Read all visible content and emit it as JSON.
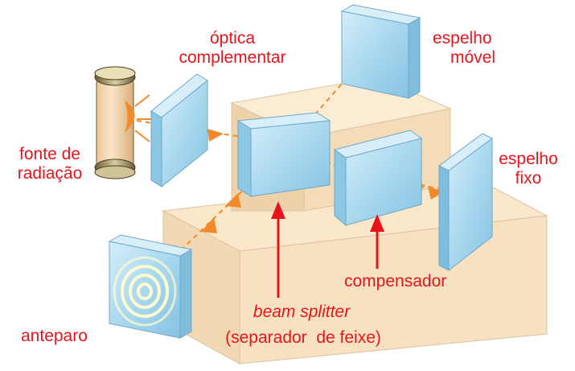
{
  "labels": {
    "optica_line1": "óptica",
    "optica_line2": "complementar",
    "espelho_movel_line1": "espelho",
    "espelho_movel_line2": "móvel",
    "fonte_line1": "fonte de",
    "fonte_line2": "radiação",
    "espelho_fixo_line1": "espelho",
    "espelho_fixo_line2": "fixo",
    "compensador": "compensador",
    "beam_splitter": "beam splitter",
    "separador": "(separador  de feixe)",
    "anteparo": "anteparo"
  },
  "colors": {
    "label": "#e8141c",
    "glass": "#a9d8ee",
    "block": "#f7e1c0",
    "beam": "#f08a2a"
  }
}
